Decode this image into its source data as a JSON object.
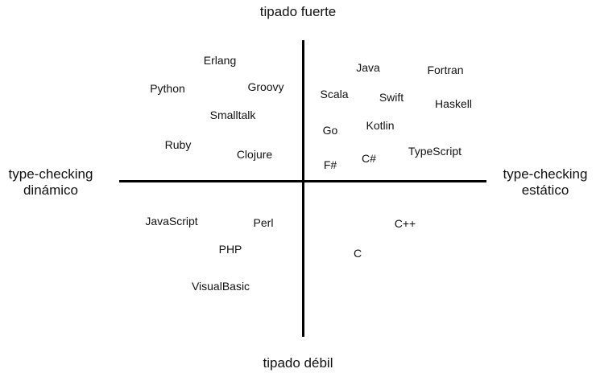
{
  "axes": {
    "top": "tipado fuerte",
    "bottom": "tipado débil",
    "left_line1": "type-checking",
    "left_line2": "dinámico",
    "right_line1": "type-checking",
    "right_line2": "estático"
  },
  "languages": [
    {
      "id": "erlang",
      "name": "Erlang"
    },
    {
      "id": "python",
      "name": "Python"
    },
    {
      "id": "groovy",
      "name": "Groovy"
    },
    {
      "id": "smalltalk",
      "name": "Smalltalk"
    },
    {
      "id": "ruby",
      "name": "Ruby"
    },
    {
      "id": "clojure",
      "name": "Clojure"
    },
    {
      "id": "java",
      "name": "Java"
    },
    {
      "id": "fortran",
      "name": "Fortran"
    },
    {
      "id": "scala",
      "name": "Scala"
    },
    {
      "id": "swift",
      "name": "Swift"
    },
    {
      "id": "haskell",
      "name": "Haskell"
    },
    {
      "id": "go",
      "name": "Go"
    },
    {
      "id": "kotlin",
      "name": "Kotlin"
    },
    {
      "id": "typescript",
      "name": "TypeScript"
    },
    {
      "id": "fsharp",
      "name": "F#"
    },
    {
      "id": "csharp",
      "name": "C#"
    },
    {
      "id": "javascript",
      "name": "JavaScript"
    },
    {
      "id": "perl",
      "name": "Perl"
    },
    {
      "id": "php",
      "name": "PHP"
    },
    {
      "id": "visualbasic",
      "name": "VisualBasic"
    },
    {
      "id": "cpp",
      "name": "C++"
    },
    {
      "id": "c",
      "name": "C"
    }
  ]
}
